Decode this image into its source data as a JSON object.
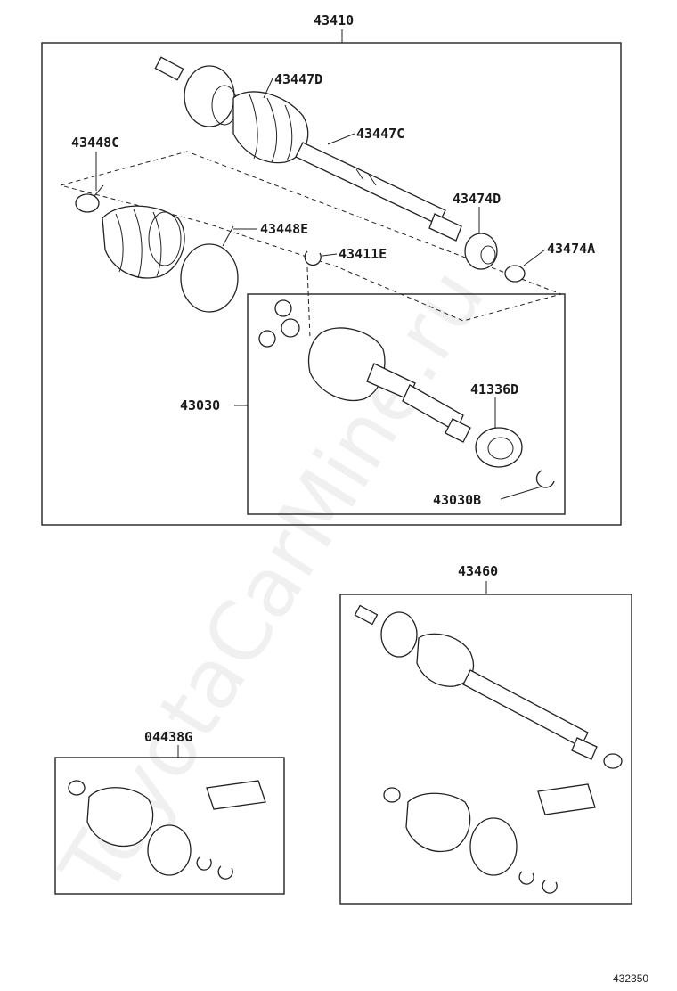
{
  "watermark": "ToyotaCarMine.ru",
  "diagram_ref": "432350",
  "labels": {
    "p43410": "43410",
    "p43447D": "43447D",
    "p43447C": "43447C",
    "p43448C": "43448C",
    "p43474D": "43474D",
    "p43448E": "43448E",
    "p43411E": "43411E",
    "p43474A": "43474A",
    "p41336D": "41336D",
    "p43030": "43030",
    "p43030B": "43030B",
    "p43460": "43460",
    "p04438G": "04438G"
  }
}
